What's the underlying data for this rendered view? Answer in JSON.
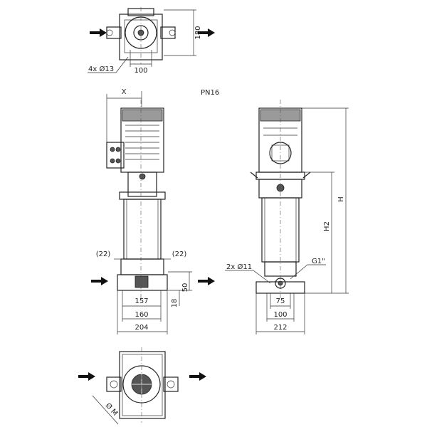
{
  "labels": {
    "top_width": "100",
    "top_height": "180",
    "top_holes": "4x Ø13",
    "x_label": "X",
    "pressure": "PN16",
    "gap_left": "(22)",
    "gap_right": "(22)",
    "front_157": "157",
    "front_160": "160",
    "front_204": "204",
    "front_50": "50",
    "front_18": "18",
    "side_holes": "2x Ø11",
    "side_thread": "G1\"",
    "side_75": "75",
    "side_100": "100",
    "side_212": "212",
    "h2": "H2",
    "h": "H",
    "bottom_m": "Ø M"
  }
}
